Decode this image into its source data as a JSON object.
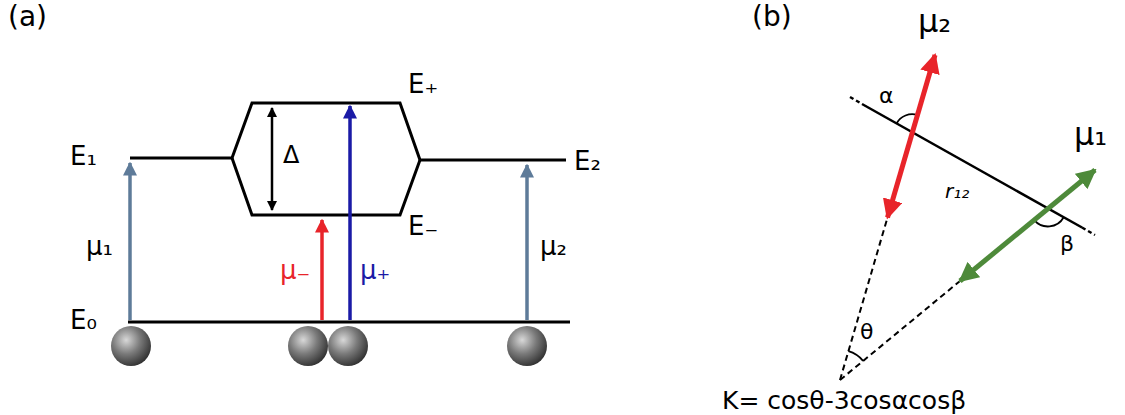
{
  "diagram": {
    "labels": [
      "(a)",
      "E₁",
      "E₀",
      "E₂",
      "Δ",
      "E₊",
      "E₋",
      "μ₁",
      "μ₋",
      "μ₊",
      "μ₂",
      "(b)",
      "μ₂",
      "α",
      "μ₁",
      "r₁₂",
      "β",
      "θ",
      "K= cosθ-3cosαcosβ"
    ]
  }
}
